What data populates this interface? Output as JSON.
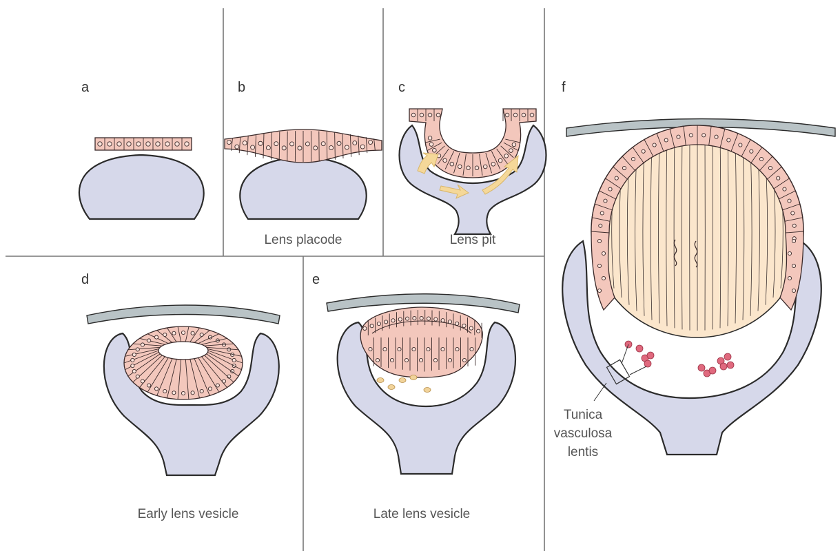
{
  "panels": {
    "a": {
      "letter": "a"
    },
    "b": {
      "letter": "b",
      "caption": "Lens placode"
    },
    "c": {
      "letter": "c",
      "caption": "Lens pit"
    },
    "d": {
      "letter": "d",
      "caption": "Early lens vesicle"
    },
    "e": {
      "letter": "e",
      "caption": "Late lens vesicle"
    },
    "f": {
      "letter": "f",
      "label_line1": "Tunica",
      "label_line2": "vasculosa",
      "label_line3": "lentis"
    }
  },
  "colors": {
    "optic_tissue": "#d6d8ea",
    "lens_epithelium": "#f3c7bc",
    "lens_fibers": "#fbe6cc",
    "surface_ectoderm": "#b9c3c6",
    "blood_vessels": "#e0697e",
    "arrows": "#f5d899"
  }
}
